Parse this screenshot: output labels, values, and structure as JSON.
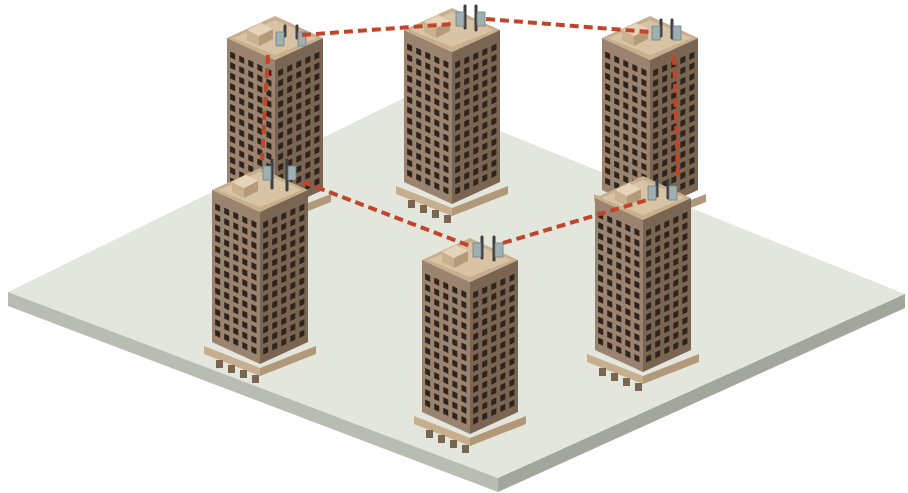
{
  "diagram": {
    "buildings": [
      {
        "id": "rear-left"
      },
      {
        "id": "rear-center"
      },
      {
        "id": "rear-right"
      },
      {
        "id": "front-left"
      },
      {
        "id": "front-center"
      },
      {
        "id": "front-right"
      }
    ],
    "links": [
      {
        "from": "rear-left",
        "to": "rear-center"
      },
      {
        "from": "rear-center",
        "to": "rear-right"
      },
      {
        "from": "rear-left",
        "to": "front-left"
      },
      {
        "from": "front-left",
        "to": "front-center"
      },
      {
        "from": "front-center",
        "to": "front-right"
      },
      {
        "from": "rear-right",
        "to": "front-right"
      }
    ]
  },
  "colors": {
    "ground_top": "#e3e6dd",
    "ground_left": "#b9bcb3",
    "ground_right": "#a3a69d",
    "wall_left": "#9a8470",
    "wall_right": "#7a6552",
    "roof": "#d8c3a5",
    "parapet": "#c7ae8d",
    "window": "#2f241c",
    "antenna": "#3c3f41",
    "panel": "#9fb0b3",
    "link": "#c0452b"
  }
}
